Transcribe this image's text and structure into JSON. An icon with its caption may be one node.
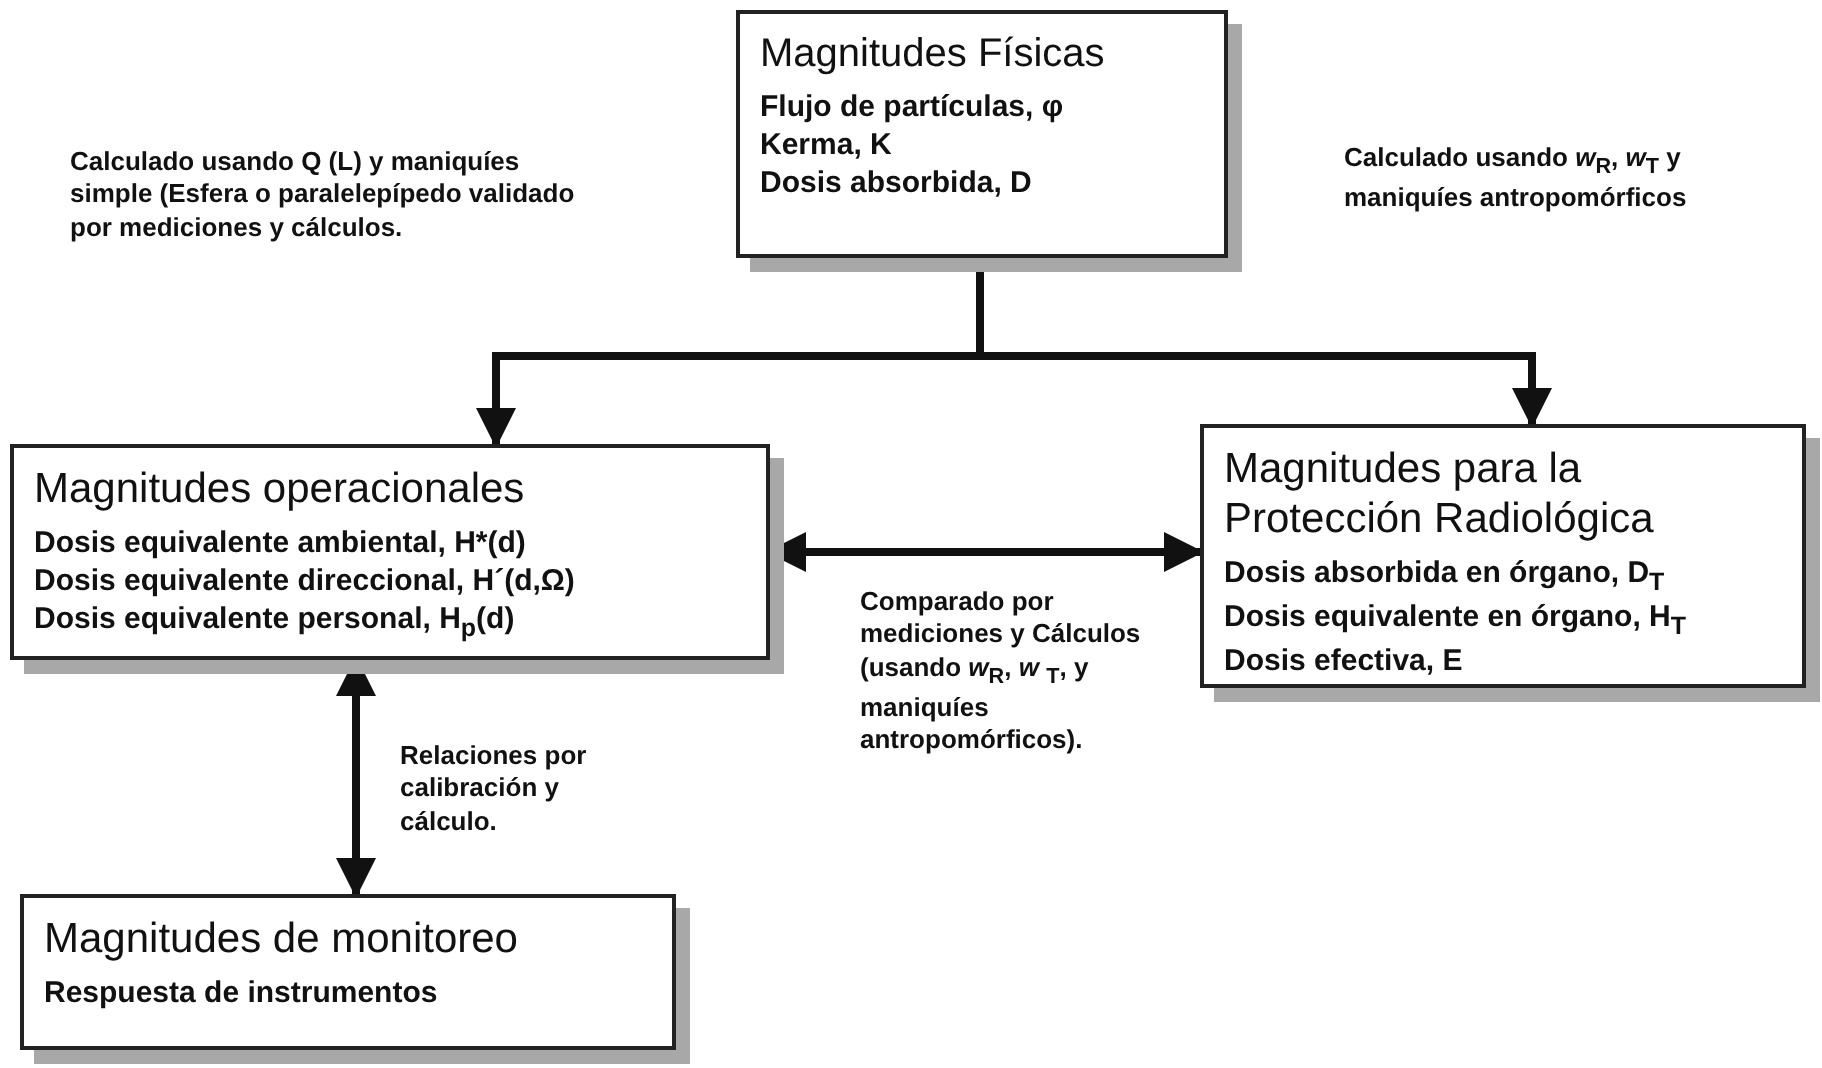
{
  "diagram": {
    "nodes": [
      {
        "text": [
          "Magnitudes Físicas",
          "Flujo de partículas, φ",
          "Kerma, K",
          "Dosis absorbida, D"
        ]
      },
      {
        "text": [
          "Magnitudes operacionales",
          "Dosis equivalente ambiental, H*(d)",
          "Dosis equivalente direccional,  H´(d,Ω)",
          "Dosis equivalente personal, H$_{p}$(d)"
        ]
      },
      {
        "text": [
          "Magnitudes para la Protección Radiológica",
          "Dosis absorbida en órgano, D$_{T}$",
          "Dosis equivalente en órgano, H$_{T}$",
          "Dosis efectiva, E"
        ]
      },
      {
        "text": [
          "Magnitudes de monitoreo",
          "Respuesta de instrumentos"
        ]
      }
    ],
    "edges": [
      {
        "from": 0,
        "to": 1,
        "arrow": "to"
      },
      {
        "from": 0,
        "to": 2,
        "arrow": "to"
      },
      {
        "from": 1,
        "to": 2,
        "arrow": "both",
        "label": "Comparado por mediciones y Cálculos (usando *w*$_{R}$, *w* $_{T}$, y maniquíes antropomórficos)."
      },
      {
        "from": 1,
        "to": 3,
        "arrow": "both",
        "label": "Relaciones por calibración y cálculo."
      }
    ],
    "labels": [
      "Calculado usando  Q (L) y maniquíes simple (Esfera o paralelepípedo validado por mediciones y cálculos.",
      "Calculado usando *w*$_{R}$, *w*$_{T}$ y maniquíes antropomórficos"
    ]
  }
}
